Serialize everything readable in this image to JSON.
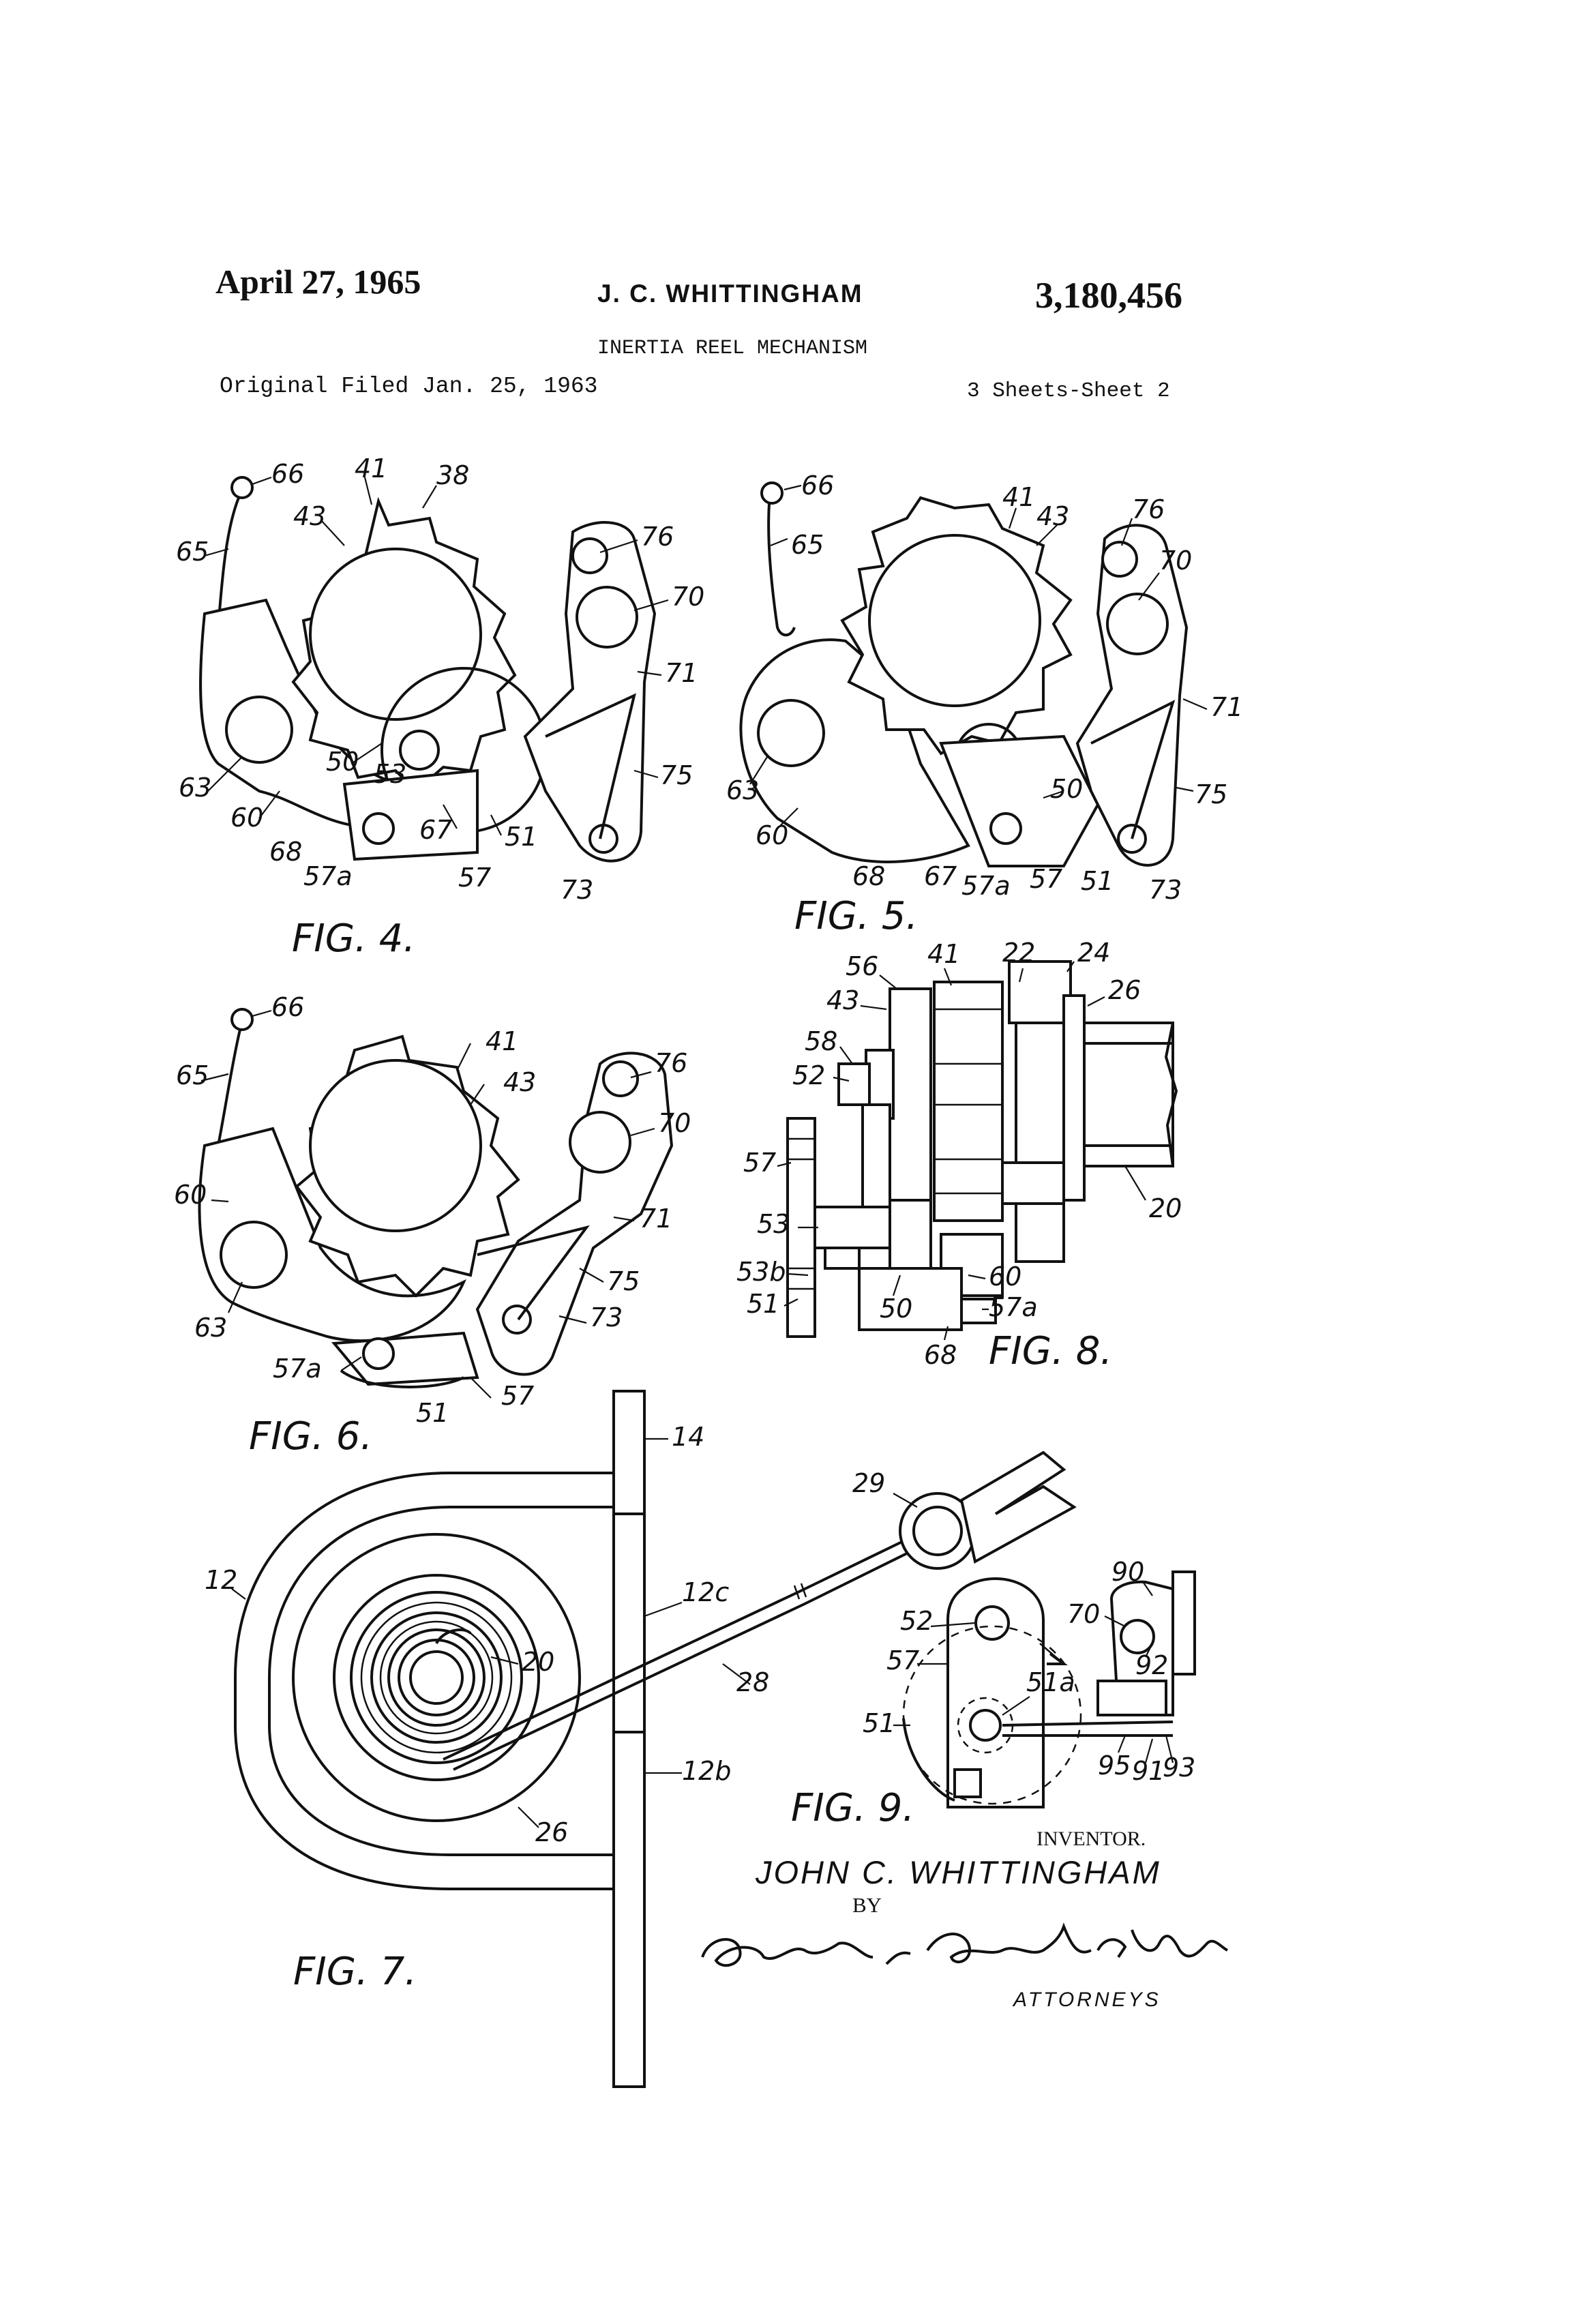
{
  "header": {
    "date": "April 27, 1965",
    "inventor": "J. C. WHITTINGHAM",
    "patent_number": "3,180,456",
    "title": "INERTIA REEL MECHANISM",
    "filed": "Original Filed Jan. 25, 1963",
    "sheets": "3 Sheets-Sheet 2"
  },
  "figures": {
    "fig4": {
      "caption": "FIG. 4.",
      "labels": [
        "66",
        "41",
        "38",
        "43",
        "65",
        "76",
        "70",
        "71",
        "75",
        "63",
        "50",
        "53",
        "60",
        "67",
        "51",
        "68",
        "57a",
        "57",
        "73"
      ]
    },
    "fig5": {
      "caption": "FIG. 5.",
      "labels": [
        "66",
        "65",
        "41",
        "43",
        "76",
        "70",
        "71",
        "63",
        "75",
        "60",
        "50",
        "68",
        "67",
        "57a",
        "57",
        "51",
        "73"
      ]
    },
    "fig6": {
      "caption": "FIG. 6.",
      "labels": [
        "66",
        "41",
        "43",
        "76",
        "65",
        "70",
        "60",
        "71",
        "75",
        "73",
        "63",
        "57a",
        "57",
        "51"
      ]
    },
    "fig7": {
      "caption": "FIG. 7.",
      "labels": [
        "14",
        "12",
        "12c",
        "20",
        "28",
        "12b",
        "26",
        "29"
      ]
    },
    "fig8": {
      "caption": "FIG. 8.",
      "labels": [
        "56",
        "41",
        "22",
        "24",
        "26",
        "43",
        "58",
        "52",
        "57",
        "20",
        "53",
        "53b",
        "60",
        "51",
        "50",
        "57a",
        "68"
      ]
    },
    "fig9": {
      "caption": "FIG. 9.",
      "labels": [
        "90",
        "70",
        "52",
        "57",
        "92",
        "51a",
        "51",
        "95",
        "91",
        "93"
      ]
    }
  },
  "signature": {
    "inventor_label": "INVENTOR.",
    "inventor_name": "JOHN C. WHITTINGHAM",
    "by": "BY",
    "signature_text": "Anderson, Spangler & Wymore",
    "attorneys": "ATTORNEYS"
  }
}
